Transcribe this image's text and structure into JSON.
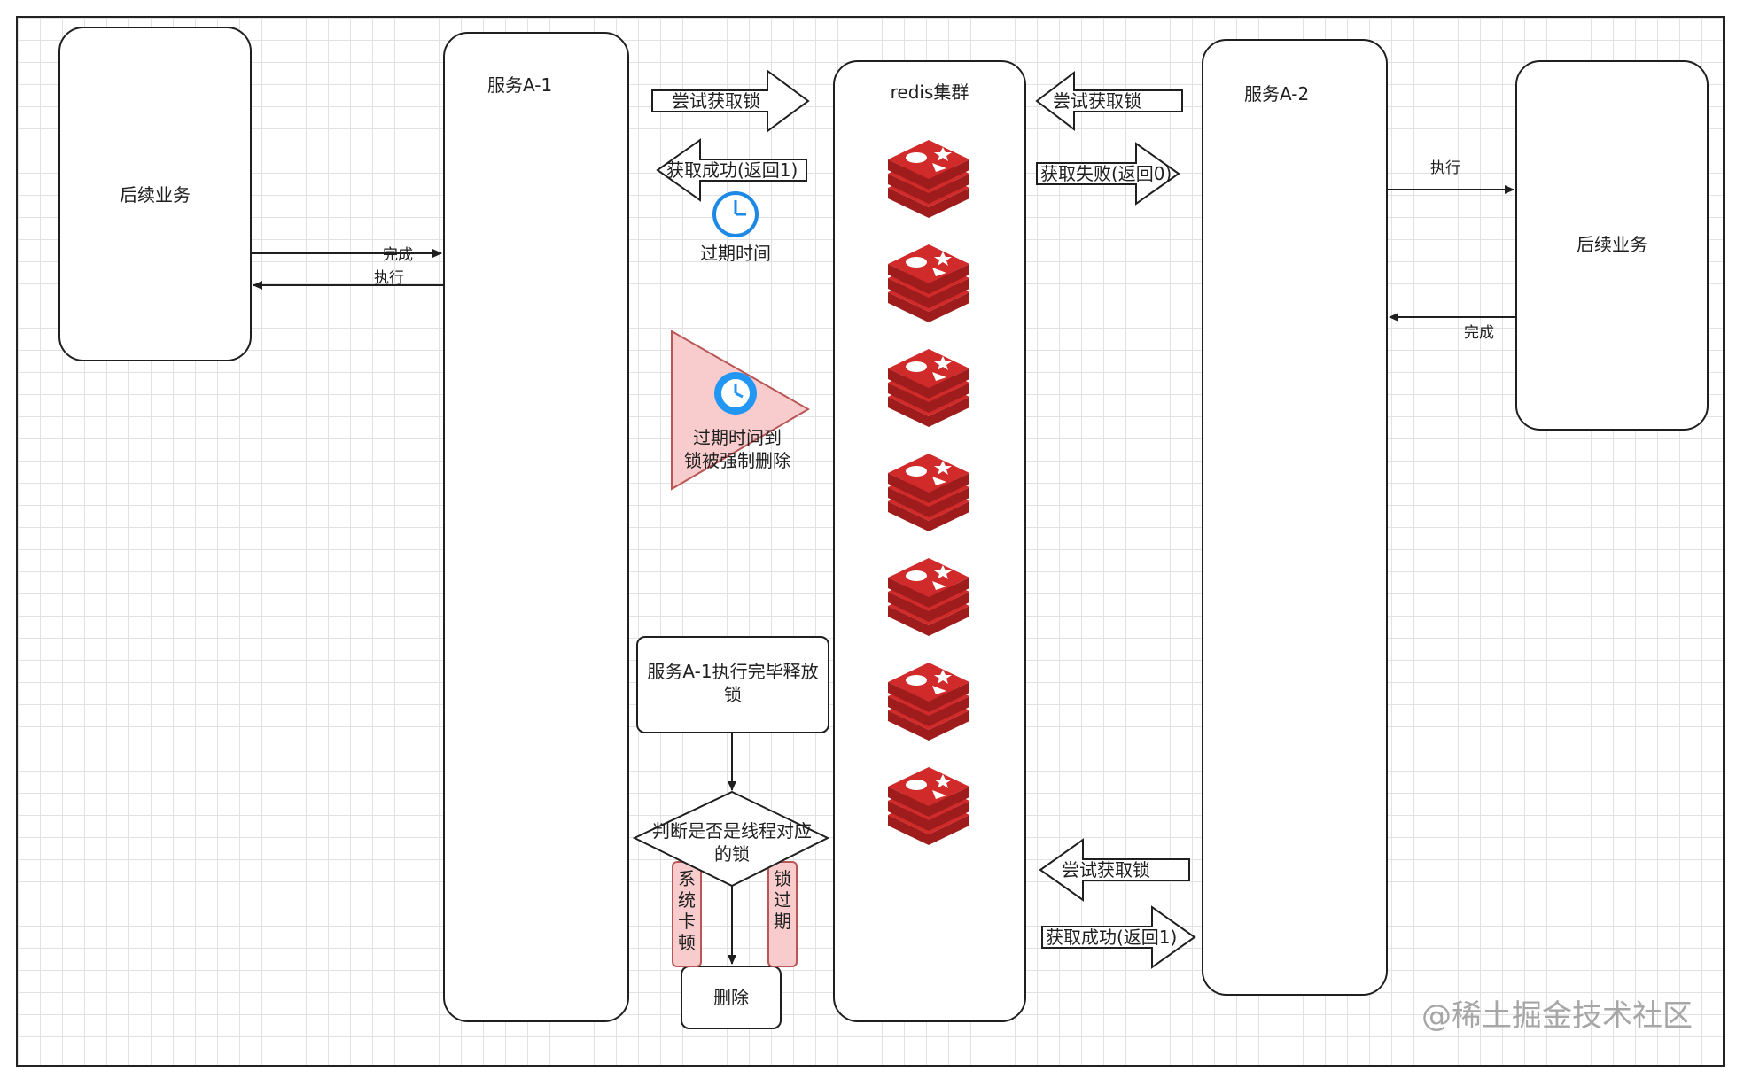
{
  "left_panel": {
    "title": "后续业务",
    "done": "完成",
    "exec": "执行"
  },
  "service_a1": {
    "title": "服务A-1",
    "try_lock": "尝试获取锁",
    "lock_success": "获取成功(返回1)",
    "expire_time": "过期时间",
    "expire_line1": "过期时间到",
    "expire_line2": "锁被强制删除",
    "release_line1": "服务A-1执行完毕释放",
    "release_line2": "锁",
    "check_line1": "判断是否是线程对应",
    "check_line2": "的锁",
    "stuck": "系统卡顿",
    "expired": "锁过期",
    "delete": "删除"
  },
  "redis": {
    "title": "redis集群",
    "node_count": 7,
    "color": "#d12a2a"
  },
  "service_a2": {
    "title": "服务A-2",
    "try_lock": "尝试获取锁",
    "lock_fail": "获取失败(返回0)",
    "try_lock_again": "尝试获取锁",
    "lock_success": "获取成功(返回1)",
    "exec": "执行",
    "done": "完成"
  },
  "right_panel": {
    "title": "后续业务"
  },
  "watermark": "@稀土掘金技术社区"
}
